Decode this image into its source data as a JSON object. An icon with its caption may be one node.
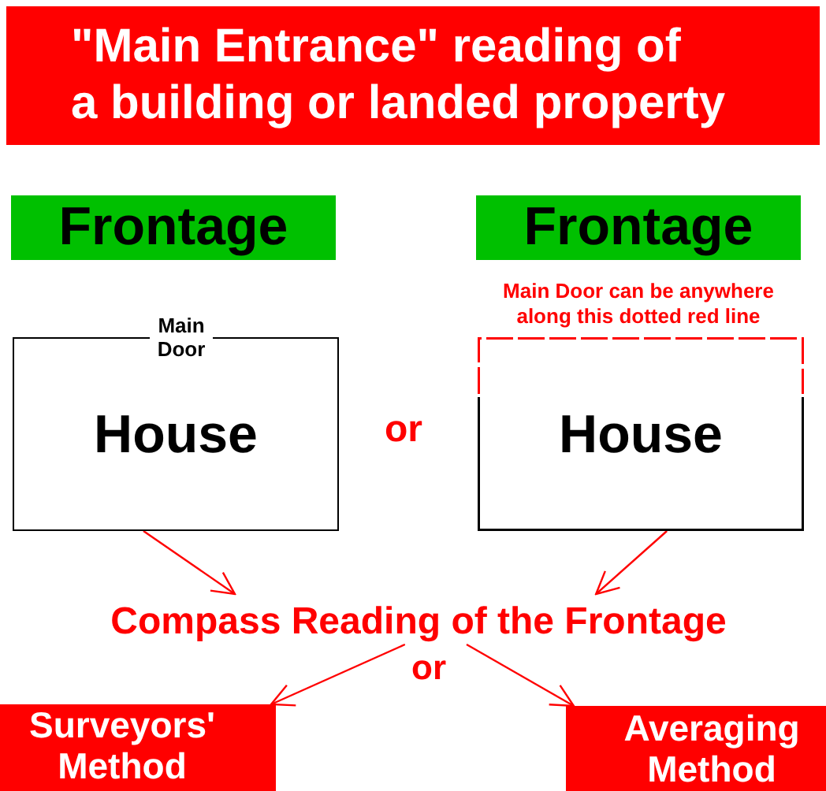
{
  "diagram": {
    "title": "\"Main Entrance\" reading of a building or landed property",
    "nodes": [
      {
        "text": [
          "Frontage"
        ]
      },
      {
        "text": [
          "Frontage"
        ]
      },
      {
        "text": [
          "House"
        ],
        "beside": [
          "Main Door"
        ]
      },
      {
        "text": [
          "House"
        ],
        "beside": [
          "Main Door can be anywhere along this dotted red line"
        ]
      },
      {
        "text": [
          "Compass Reading of the Frontage"
        ]
      },
      {
        "text": [
          "Surveyors' Method"
        ]
      },
      {
        "text": [
          "Averaging Method"
        ]
      }
    ],
    "edges": [
      {
        "from": 2,
        "to": 4,
        "arrow": "to"
      },
      {
        "from": 3,
        "to": 4,
        "arrow": "to"
      },
      {
        "from": 4,
        "to": 5,
        "arrow": "to"
      },
      {
        "from": 4,
        "to": 6,
        "arrow": "to"
      }
    ],
    "labels": [
      "or",
      "or"
    ]
  }
}
